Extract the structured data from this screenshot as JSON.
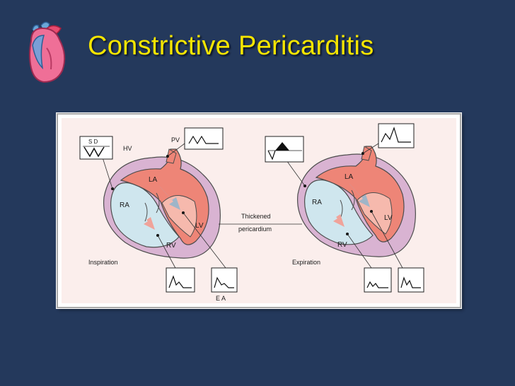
{
  "slide": {
    "title": "Constrictive Pericarditis"
  },
  "colors": {
    "background": "#24395c",
    "title": "#f5e500",
    "left_heart": "#ee8577",
    "right_heart": "#cfe6ee",
    "pericardium": "#d9b3d2",
    "diagram_bg": "#fbeeec"
  },
  "logo": {
    "icon": "heart-icon"
  },
  "diagram": {
    "left_panel": {
      "hv_box_label": "S D",
      "hv_label": "HV",
      "pv_label": "PV",
      "la_label": "LA",
      "ra_label": "RA",
      "lv_label": "LV",
      "rv_label": "RV",
      "phase_label": "Inspiration",
      "ea_label": "E A"
    },
    "center": {
      "pericardium_label_1": "Thickened",
      "pericardium_label_2": "pericardium"
    },
    "right_panel": {
      "la_label": "LA",
      "ra_label": "RA",
      "lv_label": "LV",
      "rv_label": "RV",
      "phase_label": "Expiration"
    }
  }
}
